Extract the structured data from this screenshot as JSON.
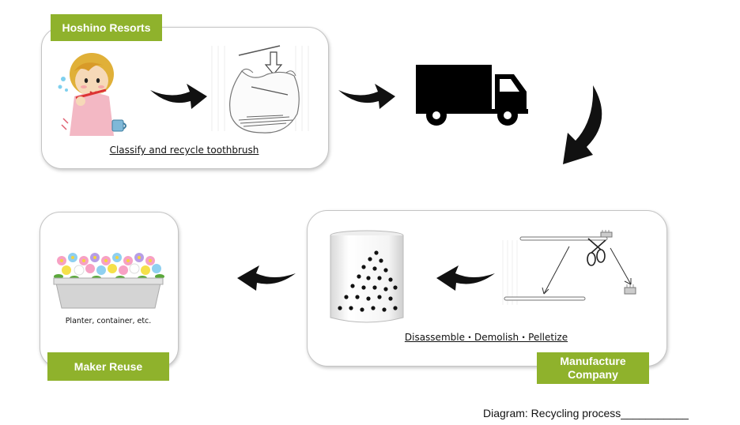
{
  "stage1": {
    "tag": "Hoshino Resorts",
    "caption": "Classify and recycle toothbrush"
  },
  "stage2": {
    "tag": "Manufacture Company",
    "caption": "Disassemble・Demolish・Pelletize"
  },
  "stage3": {
    "tag": "Maker Reuse",
    "note": "Planter, container, etc."
  },
  "footer": {
    "caption": "Diagram: Recycling process___________"
  },
  "icons": [
    "person-brushing-teeth-icon",
    "collection-bag-icon",
    "truck-icon",
    "toothbrush-disassembly-icon",
    "pellet-beaker-icon",
    "flower-planter-icon",
    "arrow-icon"
  ],
  "colors": {
    "tag_green": "#8fb22c",
    "panel_border": "#c4c4c4"
  }
}
